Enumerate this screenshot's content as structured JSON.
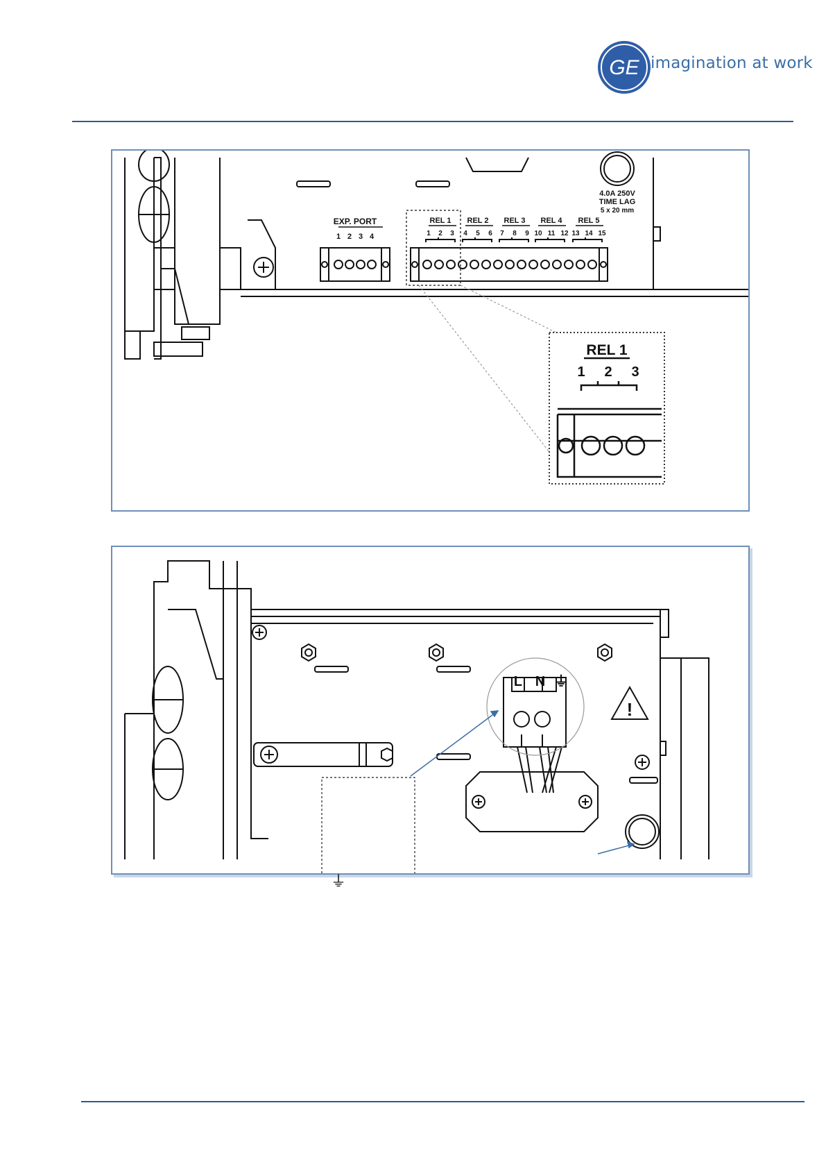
{
  "header": {
    "logo_mark": "GE",
    "tagline": "imagination at work",
    "brand_color": "#2f5ea8"
  },
  "figure_top": {
    "exp_port": {
      "label": "EXP. PORT",
      "pins": [
        "1",
        "2",
        "3",
        "4"
      ]
    },
    "fuse": {
      "rating": "4.0A 250V",
      "type": "TIME LAG",
      "size": "5 x 20 mm"
    },
    "relays": [
      {
        "label": "REL 1",
        "pins": [
          "1",
          "2",
          "3"
        ]
      },
      {
        "label": "REL 2",
        "pins": [
          "4",
          "5",
          "6"
        ]
      },
      {
        "label": "REL 3",
        "pins": [
          "7",
          "8",
          "9"
        ]
      },
      {
        "label": "REL 4",
        "pins": [
          "10",
          "11",
          "12"
        ]
      },
      {
        "label": "REL 5",
        "pins": [
          "13",
          "14",
          "15"
        ]
      }
    ],
    "zoom": {
      "label": "REL 1",
      "pins": [
        "1",
        "2",
        "3"
      ]
    }
  },
  "figure_bottom": {
    "terminal_labels": [
      "L",
      "N",
      "⏚"
    ],
    "warning_symbol": "!",
    "ground_symbol": "⏚"
  }
}
